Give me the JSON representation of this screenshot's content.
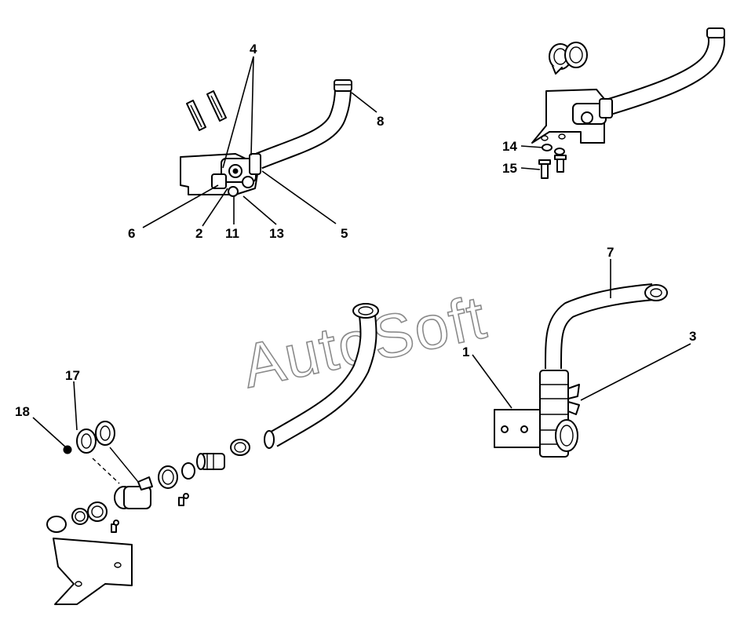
{
  "watermark": "AutoSoft",
  "callouts": {
    "c1": "1",
    "c2": "2",
    "c3": "3",
    "c4": "4",
    "c5": "5",
    "c6": "6",
    "c7": "7",
    "c8": "8",
    "c11": "11",
    "c13": "13",
    "c14": "14",
    "c15": "15",
    "c17": "17",
    "c18": "18"
  }
}
